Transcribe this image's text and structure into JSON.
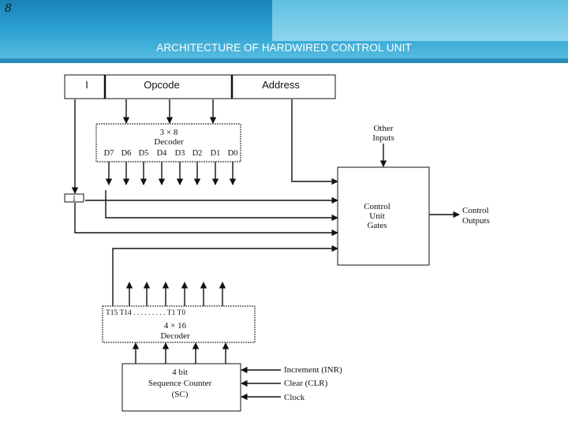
{
  "slide_number": "8",
  "title": "ARCHITECTURE OF HARDWIRED CONTROL UNIT",
  "instruction_register": {
    "i_field": "I",
    "opcode_field": "Opcode",
    "address_field": "Address"
  },
  "decoder_3x8": {
    "title": "3 × 8",
    "subtitle": "Decoder",
    "outputs": [
      "D7",
      "D6",
      "D5",
      "D4",
      "D3",
      "D2",
      "D1",
      "D0"
    ]
  },
  "i_flipflop": "I",
  "other_inputs": [
    "Other",
    "Inputs"
  ],
  "control_unit_gates": [
    "Control",
    "Unit",
    "Gates"
  ],
  "control_outputs": [
    "Control",
    "Outputs"
  ],
  "decoder_4x16": {
    "outputs_label": "T15 T14 . . . . . . . . . T1   T0",
    "title": "4 × 16",
    "subtitle": "Decoder"
  },
  "sequence_counter": [
    "4 bit",
    "Sequence Counter",
    "(SC)"
  ],
  "counter_inputs": [
    "Increment (INR)",
    "Clear (CLR)",
    "Clock"
  ]
}
